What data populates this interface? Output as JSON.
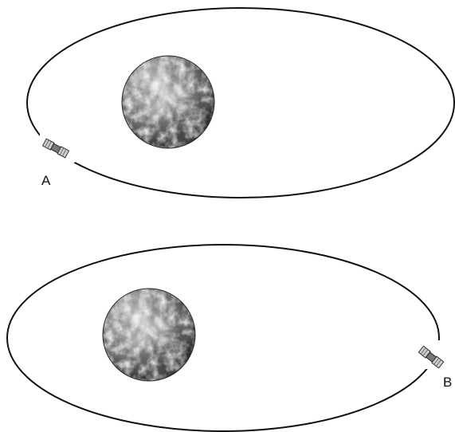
{
  "diagram": {
    "panels": [
      {
        "id": "top",
        "satellite_label": "A"
      },
      {
        "id": "bottom",
        "satellite_label": "B"
      }
    ],
    "colors": {
      "orbit": "#111111",
      "earth_dark": "#2b2b2b",
      "earth_light": "#d6d6d6",
      "satellite": "#444444"
    },
    "icons": {
      "planet": "earth-icon",
      "spacecraft": "satellite-icon"
    }
  }
}
